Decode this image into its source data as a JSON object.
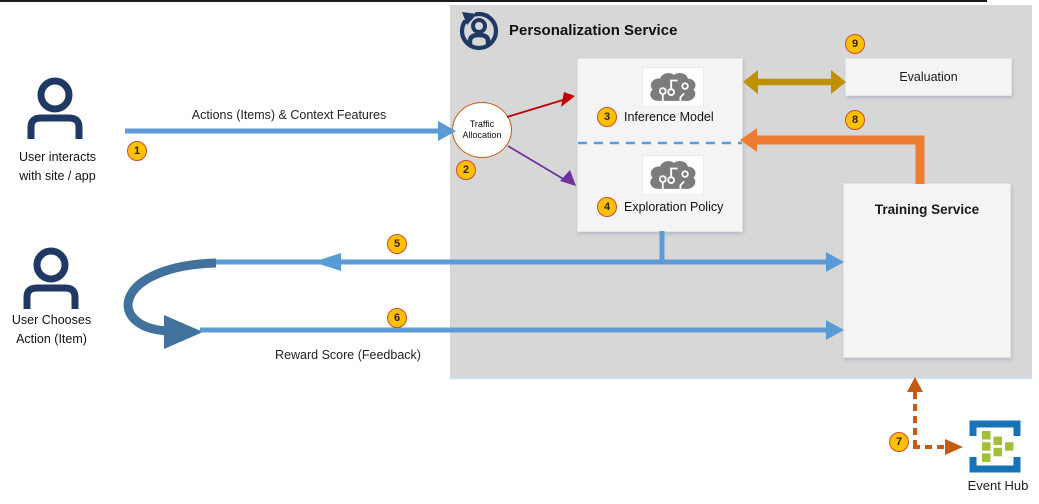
{
  "panel": {
    "title": "Personalization Service"
  },
  "nodes": {
    "traffic_allocation": "Traffic Allocation",
    "inference_model": "Inference Model",
    "exploration_policy": "Exploration Policy",
    "evaluation": "Evaluation",
    "training_service": "Training Service",
    "event_hub": "Event Hub"
  },
  "users": [
    {
      "line1": "User interacts",
      "line2": "with site / app"
    },
    {
      "line1": "User Chooses",
      "line2": "Action (Item)"
    }
  ],
  "edge_labels": {
    "actions_context": "Actions (Items) & Context Features",
    "reward_score": "Reward Score (Feedback)"
  },
  "steps": [
    "1",
    "2",
    "3",
    "4",
    "5",
    "6",
    "7",
    "8",
    "9"
  ],
  "icons": {
    "panel_icon": "personalization-icon",
    "model_icon": "brain-circuit-icon",
    "user_icon": "person-icon",
    "event_hub_icon": "event-hub-icon"
  },
  "colors": {
    "panel_bg": "#D7D7D7",
    "box_bg": "#F4F4F4",
    "blue": "#5B9BD5",
    "arc_blue": "#41719C",
    "navy": "#1F3864",
    "orange": "#ED7D31",
    "olive": "#BF9000",
    "dark_orange": "#C55A11",
    "red": "#C00000",
    "purple": "#7030A0",
    "badge_bg": "#FFC000",
    "badge_border": "#C8502E",
    "eventhub_blue": "#1673B8",
    "eventhub_green": "#A2C037"
  }
}
